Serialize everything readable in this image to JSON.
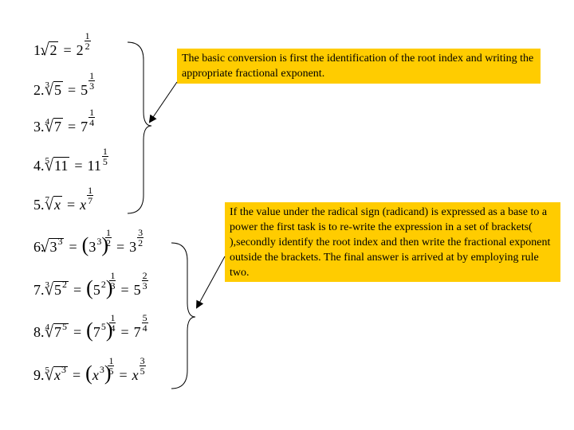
{
  "callouts": [
    {
      "text": "The basic conversion is first the identification of the root index and writing the appropriate fractional exponent."
    },
    {
      "text": "If the value under the radical sign (radicand) is expressed as a base to a power the first task is to re-write the expression in a set of brackets( ),secondly identify the root index and then write the fractional exponent outside the brackets. The final answer is arrived at by employing rule two."
    }
  ],
  "equations": [
    {
      "num": "1.",
      "index": "",
      "radicand": "2",
      "lhs_exp": "",
      "base": "2",
      "exp_n": "1",
      "exp_d": "2"
    },
    {
      "num": "2.",
      "index": "3",
      "radicand": "5",
      "lhs_exp": "",
      "base": "5",
      "exp_n": "1",
      "exp_d": "3"
    },
    {
      "num": "3.",
      "index": "4",
      "radicand": "7",
      "lhs_exp": "",
      "base": "7",
      "exp_n": "1",
      "exp_d": "4"
    },
    {
      "num": "4.",
      "index": "5",
      "radicand": "11",
      "lhs_exp": "",
      "base": "11",
      "exp_n": "1",
      "exp_d": "5"
    },
    {
      "num": "5.",
      "index": "7",
      "radicand": "x",
      "lhs_exp": "",
      "base": "x",
      "exp_n": "1",
      "exp_d": "7"
    },
    {
      "num": "6.",
      "index": "",
      "radicand": "3",
      "lhs_exp": "3",
      "mid_base": "3",
      "mid_exp": "3",
      "mid_n": "1",
      "mid_d": "2",
      "base": "3",
      "exp_n": "3",
      "exp_d": "2"
    },
    {
      "num": "7.",
      "index": "3",
      "radicand": "5",
      "lhs_exp": "2",
      "mid_base": "5",
      "mid_exp": "2",
      "mid_n": "1",
      "mid_d": "3",
      "base": "5",
      "exp_n": "2",
      "exp_d": "3"
    },
    {
      "num": "8.",
      "index": "4",
      "radicand": "7",
      "lhs_exp": "5",
      "mid_base": "7",
      "mid_exp": "5",
      "mid_n": "1",
      "mid_d": "4",
      "base": "7",
      "exp_n": "5",
      "exp_d": "4"
    },
    {
      "num": "9.",
      "index": "5",
      "radicand": "x",
      "lhs_exp": "3",
      "mid_base": "x",
      "mid_exp": "3",
      "mid_n": "1",
      "mid_d": "5",
      "base": "x",
      "exp_n": "3",
      "exp_d": "5"
    }
  ]
}
